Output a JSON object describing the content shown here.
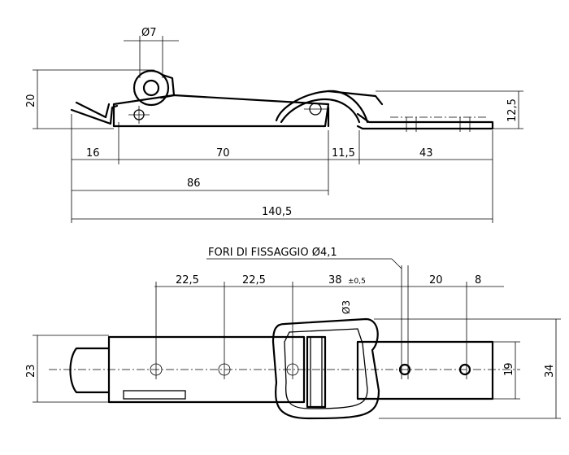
{
  "side_view": {
    "dim_hole_dia": "Ø7",
    "dim_height_total": "20",
    "dim_height_right": "12,5",
    "dim_16": "16",
    "dim_70": "70",
    "dim_11_5": "11,5",
    "dim_43": "43",
    "dim_86": "86",
    "dim_140_5": "140,5"
  },
  "plan_view": {
    "fixing_holes_note": "FORI DI FISSAGGIO Ø4,1",
    "dim_22_5_a": "22,5",
    "dim_22_5_b": "22,5",
    "dim_38": "38",
    "dim_38_tol": "±0,5",
    "dim_pin_dia": "Ø3",
    "dim_20": "20",
    "dim_8": "8",
    "dim_23": "23",
    "dim_19": "19",
    "dim_34": "34"
  }
}
